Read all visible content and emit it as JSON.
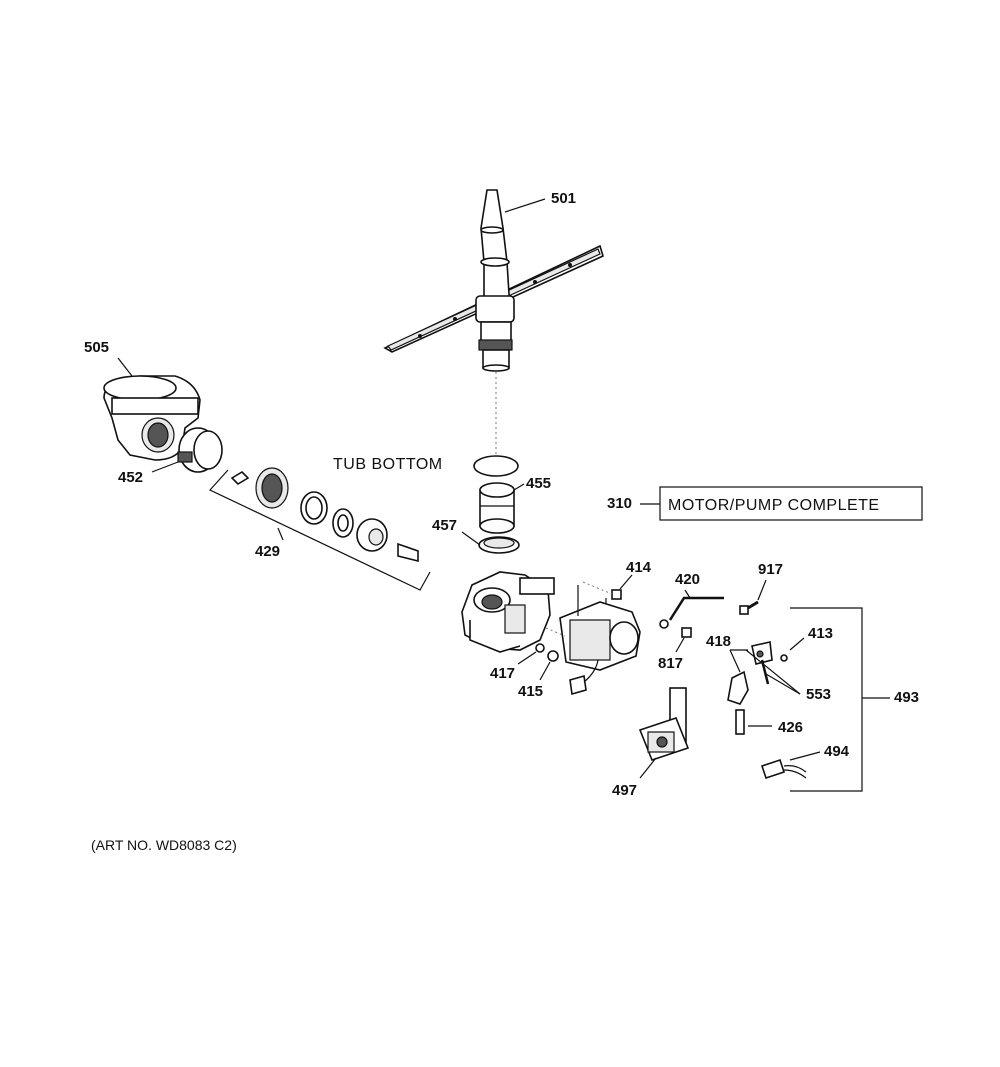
{
  "labels": {
    "p501": "501",
    "p505": "505",
    "p452": "452",
    "p429": "429",
    "p455": "455",
    "p457": "457",
    "p310": "310",
    "p414": "414",
    "p420": "420",
    "p917": "917",
    "p413": "413",
    "p418": "418",
    "p417": "417",
    "p415": "415",
    "p817": "817",
    "p553": "553",
    "p493": "493",
    "p426": "426",
    "p494": "494",
    "p497": "497"
  },
  "tub_bottom": "TUB BOTTOM",
  "motor_pump_complete": "MOTOR/PUMP COMPLETE",
  "art_number": "(ART NO. WD8083 C2)"
}
